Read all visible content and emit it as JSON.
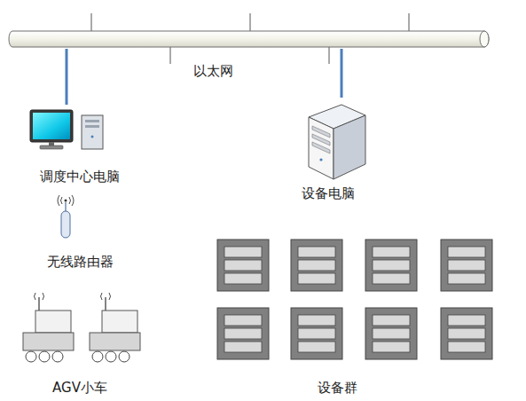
{
  "diagram": {
    "nodes": [
      {
        "text": [
          "以太网"
        ]
      },
      {
        "text": [
          "调度中心电脑"
        ]
      },
      {
        "text": [
          "设备电脑"
        ]
      },
      {
        "text": [
          "无线路由器"
        ]
      },
      {
        "text": [
          "AGV小车"
        ]
      },
      {
        "text": [
          "设备群"
        ]
      }
    ],
    "edges": [
      {
        "from": 0,
        "to": 1,
        "arrow": "none"
      },
      {
        "from": 0,
        "to": 2,
        "arrow": "none"
      }
    ]
  }
}
